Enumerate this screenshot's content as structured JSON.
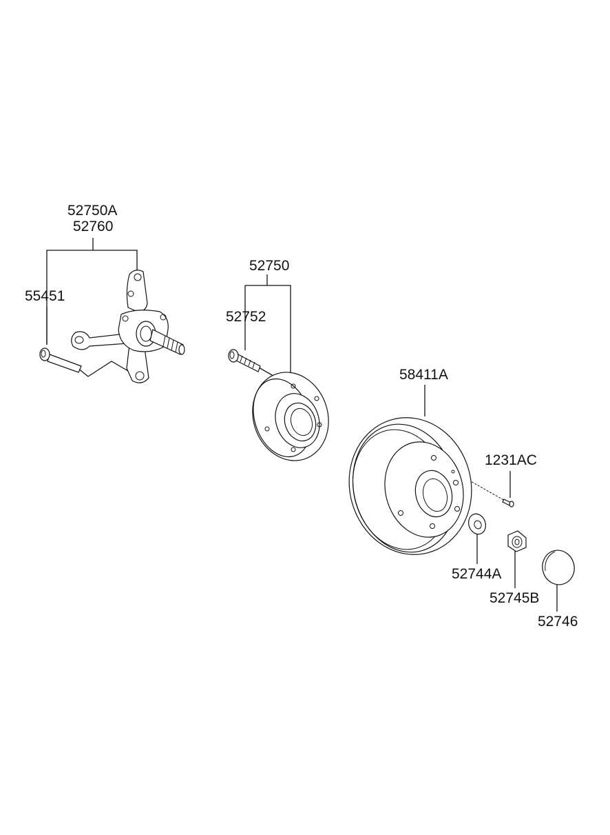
{
  "diagram": {
    "labels": {
      "p52750a": "52750A",
      "p52760": "52760",
      "p55451": "55451",
      "p52750": "52750",
      "p52752": "52752",
      "p58411a": "58411A",
      "p1231ac": "1231AC",
      "p52744a": "52744A",
      "p52745b": "52745B",
      "p52746": "52746"
    }
  }
}
